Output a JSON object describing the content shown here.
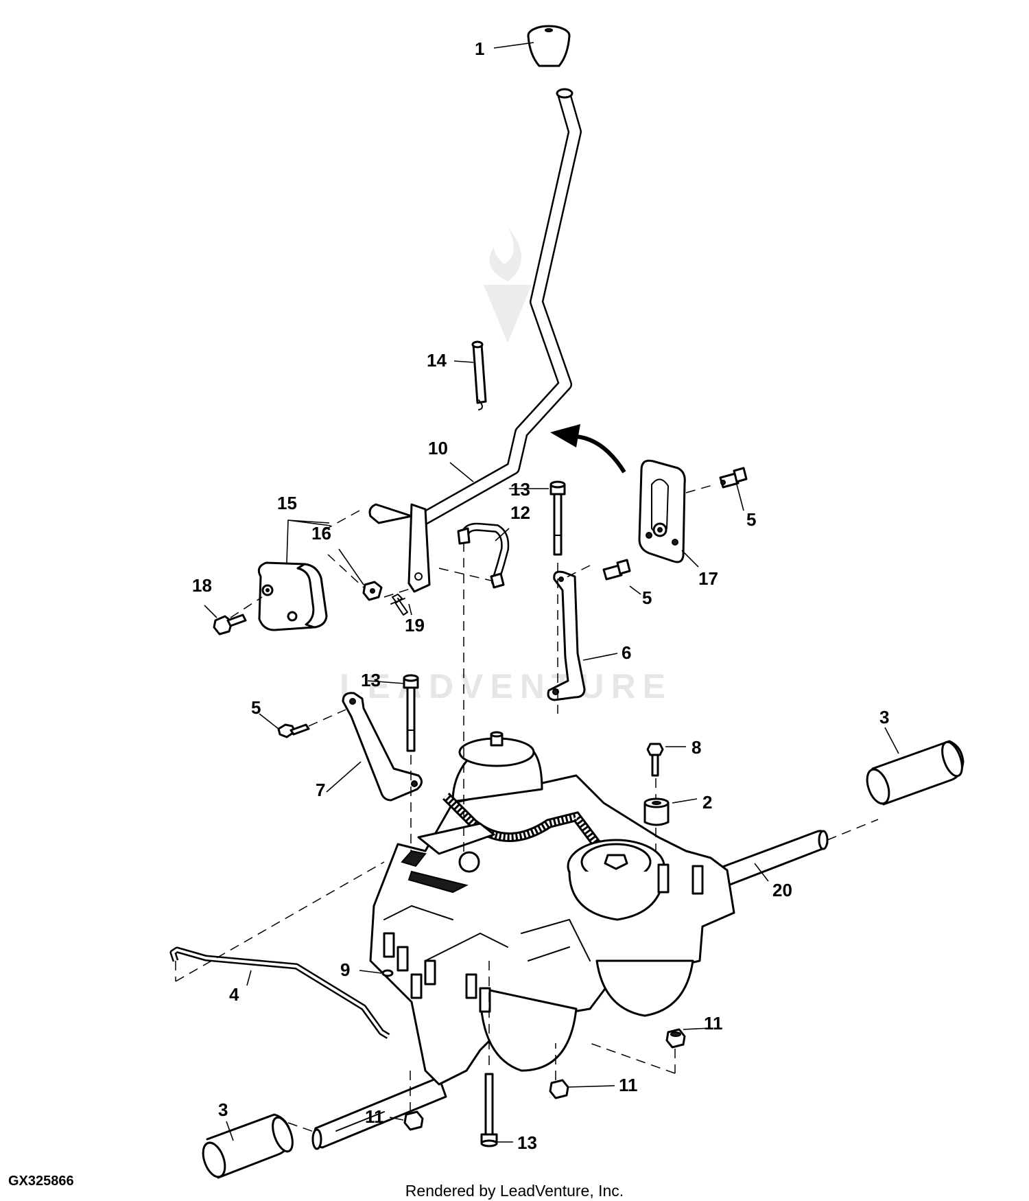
{
  "watermark": "LEADVENTURE",
  "figure_id": "GX325866",
  "footer": "Rendered by LeadVenture, Inc.",
  "callouts": {
    "c1": "1",
    "c2": "2",
    "c3a": "3",
    "c3b": "3",
    "c4": "4",
    "c5a": "5",
    "c5b": "5",
    "c5c": "5",
    "c6": "6",
    "c7": "7",
    "c8": "8",
    "c9": "9",
    "c10": "10",
    "c11a": "11",
    "c11b": "11",
    "c11c": "11",
    "c12": "12",
    "c13a": "13",
    "c13b": "13",
    "c13c": "13",
    "c14": "14",
    "c15": "15",
    "c16": "16",
    "c17": "17",
    "c18": "18",
    "c19": "19",
    "c20": "20"
  }
}
